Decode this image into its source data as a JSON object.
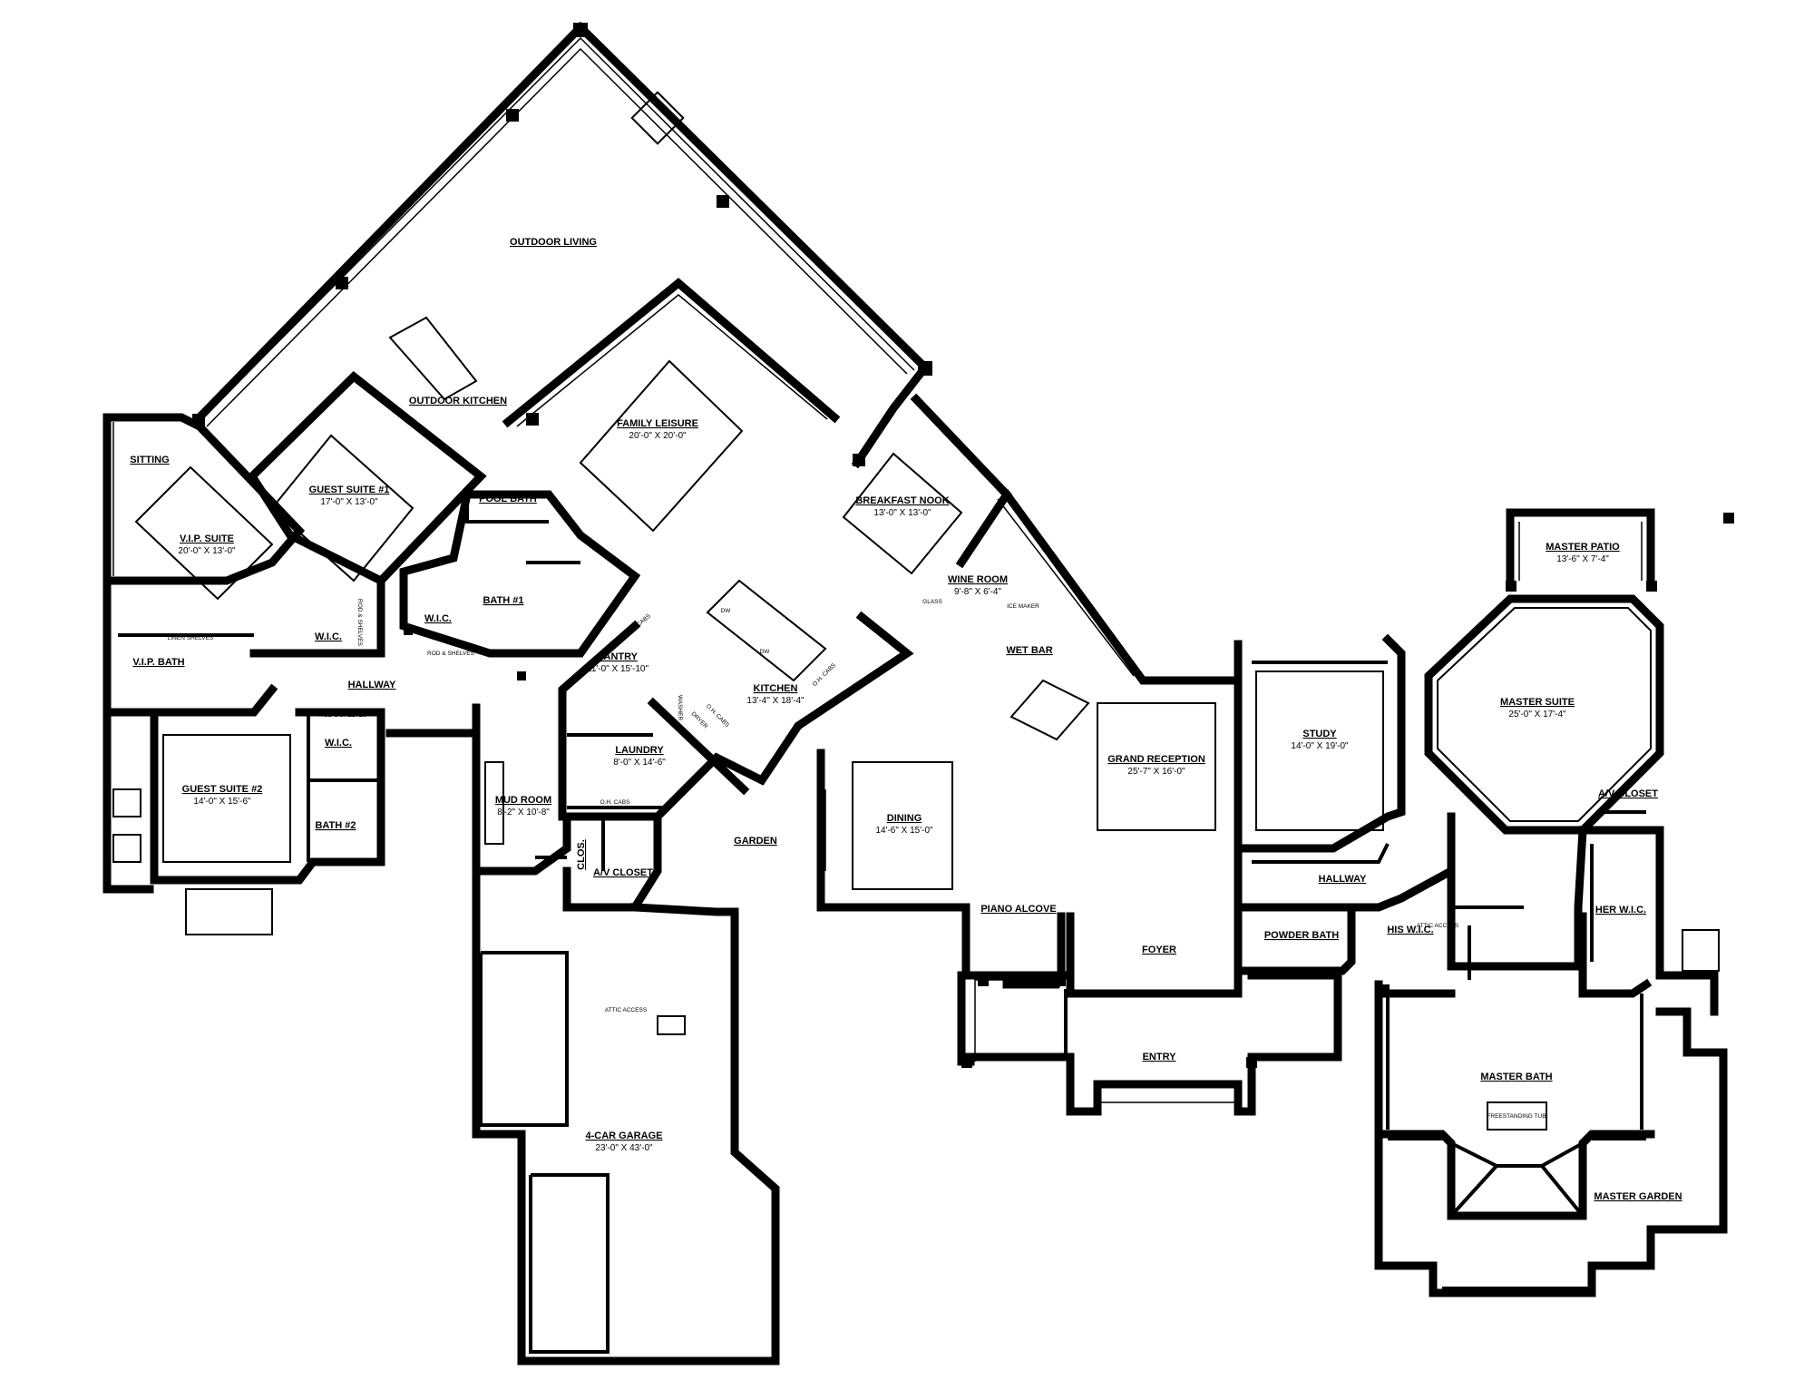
{
  "rooms": [
    {
      "id": "outdoor-living",
      "name": "OUTDOOR LIVING",
      "dim": ""
    },
    {
      "id": "outdoor-kitchen",
      "name": "OUTDOOR KITCHEN",
      "dim": ""
    },
    {
      "id": "family-leisure",
      "name": "FAMILY LEISURE",
      "dim": "20'-0\" X 20'-0\""
    },
    {
      "id": "breakfast-nook",
      "name": "BREAKFAST NOOK",
      "dim": "13'-0\" X 13'-0\""
    },
    {
      "id": "sitting",
      "name": "SITTING",
      "dim": ""
    },
    {
      "id": "vip-suite",
      "name": "V.I.P. SUITE",
      "dim": "20'-0\" X 13'-0\""
    },
    {
      "id": "guest-suite-1",
      "name": "GUEST SUITE #1",
      "dim": "17'-0\" X 13'-0\""
    },
    {
      "id": "pool-bath",
      "name": "POOL BATH",
      "dim": ""
    },
    {
      "id": "bath-1",
      "name": "BATH #1",
      "dim": ""
    },
    {
      "id": "wic-1",
      "name": "W.I.C.",
      "dim": ""
    },
    {
      "id": "wic-2",
      "name": "W.I.C.",
      "dim": ""
    },
    {
      "id": "vip-bath",
      "name": "V.I.P. BATH",
      "dim": ""
    },
    {
      "id": "hallway-west",
      "name": "HALLWAY",
      "dim": ""
    },
    {
      "id": "guest-suite-2",
      "name": "GUEST SUITE #2",
      "dim": "14'-0\" X 15'-6\""
    },
    {
      "id": "wic-3",
      "name": "W.I.C.",
      "dim": ""
    },
    {
      "id": "bath-2",
      "name": "BATH #2",
      "dim": ""
    },
    {
      "id": "wine-room",
      "name": "WINE ROOM",
      "dim": "9'-8\" X 6'-4\""
    },
    {
      "id": "wet-bar",
      "name": "WET BAR",
      "dim": ""
    },
    {
      "id": "pantry",
      "name": "PANTRY",
      "dim": "11'-0\" X 15'-10\""
    },
    {
      "id": "kitchen",
      "name": "KITCHEN",
      "dim": "13'-4\" X 18'-4\""
    },
    {
      "id": "laundry",
      "name": "LAUNDRY",
      "dim": "8'-0\" X 14'-6\""
    },
    {
      "id": "mud-room",
      "name": "MUD ROOM",
      "dim": "8'-2\" X 10'-8\""
    },
    {
      "id": "clos",
      "name": "CLOS.",
      "dim": ""
    },
    {
      "id": "av-closet",
      "name": "A/V CLOSET",
      "dim": ""
    },
    {
      "id": "garden",
      "name": "GARDEN",
      "dim": ""
    },
    {
      "id": "dining",
      "name": "DINING",
      "dim": "14'-6\" X 15'-0\""
    },
    {
      "id": "grand-reception",
      "name": "GRAND RECEPTION",
      "dim": "25'-7\" X 16'-0\""
    },
    {
      "id": "study",
      "name": "STUDY",
      "dim": "14'-0\" X 19'-0\""
    },
    {
      "id": "piano-alcove",
      "name": "PIANO ALCOVE",
      "dim": ""
    },
    {
      "id": "foyer",
      "name": "FOYER",
      "dim": ""
    },
    {
      "id": "entry",
      "name": "ENTRY",
      "dim": ""
    },
    {
      "id": "hallway-east",
      "name": "HALLWAY",
      "dim": ""
    },
    {
      "id": "powder-bath",
      "name": "POWDER BATH",
      "dim": ""
    },
    {
      "id": "master-patio",
      "name": "MASTER PATIO",
      "dim": "13'-6\" X 7'-4\""
    },
    {
      "id": "master-suite",
      "name": "MASTER SUITE",
      "dim": "25'-0\" X 17'-4\""
    },
    {
      "id": "av-closet-2",
      "name": "A/V CLOSET",
      "dim": ""
    },
    {
      "id": "his-wic",
      "name": "HIS W.I.C.",
      "dim": ""
    },
    {
      "id": "her-wic",
      "name": "HER W.I.C.",
      "dim": ""
    },
    {
      "id": "master-bath",
      "name": "MASTER BATH",
      "dim": ""
    },
    {
      "id": "master-garden",
      "name": "MASTER GARDEN",
      "dim": ""
    },
    {
      "id": "garage",
      "name": "4-CAR GARAGE",
      "dim": "23'-0\" X 43'-0\""
    }
  ],
  "notes": {
    "attic_access": "ATTIC ACCESS",
    "attic_access_2": "ATTIC ACCESS",
    "rod_shelves_1": "ROD & SHELVES",
    "rod_shelves_2": "ROD & SHELVES",
    "rod_shelves_3": "ROD & SHELVES",
    "linen_shelves": "LINEN SHELVES",
    "oh_cabs_1": "O.H. CABS",
    "oh_cabs_2": "O.H. CABS",
    "oh_cabs_3": "O.H. CABS",
    "oh_cabs_4": "O.H. CABS",
    "freestanding_tub": "FREESTANDING TUB",
    "glass": "GLASS",
    "ice_maker": "ICE MAKER",
    "dw_1": "DW",
    "dw_2": "DW",
    "washer": "WASHER",
    "dryer": "DRYER"
  }
}
